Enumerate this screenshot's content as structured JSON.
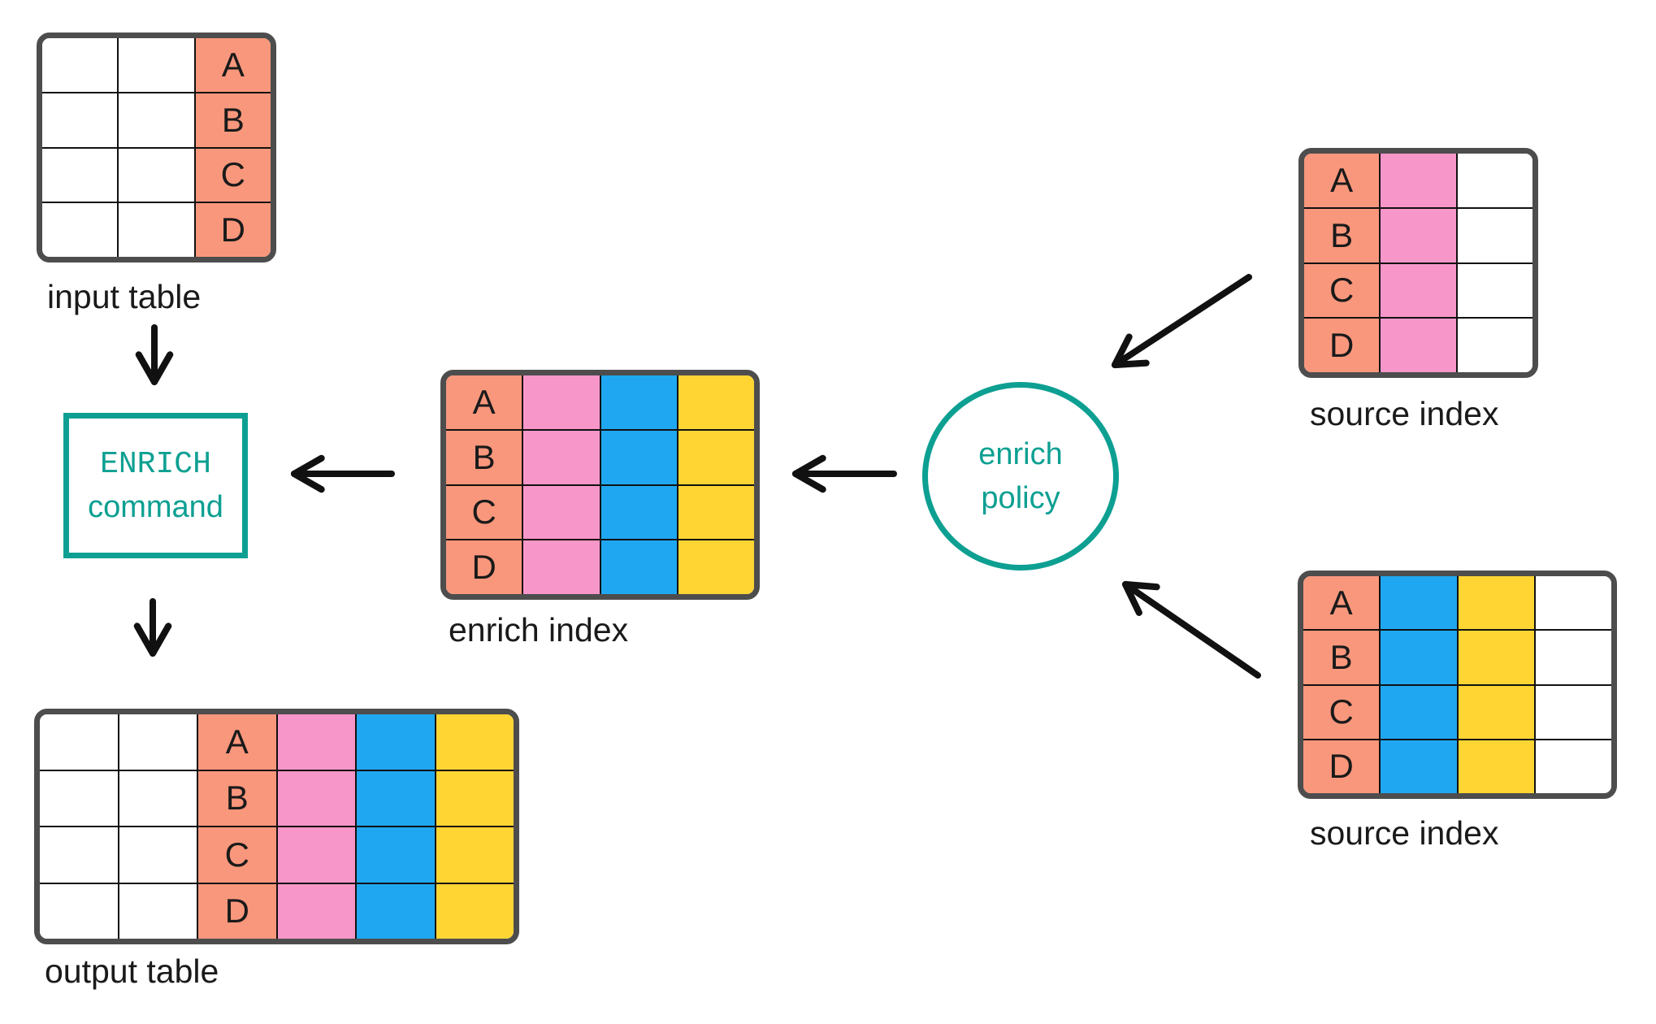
{
  "palette": {
    "salmon": "#F9977C",
    "pink": "#F796C9",
    "blue": "#1FA8F1",
    "yellow": "#FFD534",
    "white": "#FFFFFF",
    "teal": "#0DA092",
    "table_border": "#4D4D4D",
    "grid_line": "#111111",
    "arrow": "#111111",
    "text": "#1A1A1A",
    "background": "#FFFFFF"
  },
  "enrich_command": {
    "line1": "ENRICH",
    "line2": "command"
  },
  "enrich_policy": {
    "line1": "enrich",
    "line2": "policy"
  },
  "tables": [
    {
      "id": "input-table",
      "label": "input table",
      "columns": [
        {
          "color": "white",
          "cells": [
            "",
            "",
            "",
            ""
          ]
        },
        {
          "color": "white",
          "cells": [
            "",
            "",
            "",
            ""
          ]
        },
        {
          "color": "salmon",
          "cells": [
            "A",
            "B",
            "C",
            "D"
          ]
        }
      ]
    },
    {
      "id": "enrich-index",
      "label": "enrich index",
      "columns": [
        {
          "color": "salmon",
          "cells": [
            "A",
            "B",
            "C",
            "D"
          ]
        },
        {
          "color": "pink",
          "cells": [
            "",
            "",
            "",
            ""
          ]
        },
        {
          "color": "blue",
          "cells": [
            "",
            "",
            "",
            ""
          ]
        },
        {
          "color": "yellow",
          "cells": [
            "",
            "",
            "",
            ""
          ]
        }
      ]
    },
    {
      "id": "source-index-top",
      "label": "source index",
      "columns": [
        {
          "color": "salmon",
          "cells": [
            "A",
            "B",
            "C",
            "D"
          ]
        },
        {
          "color": "pink",
          "cells": [
            "",
            "",
            "",
            ""
          ]
        },
        {
          "color": "white",
          "cells": [
            "",
            "",
            "",
            ""
          ]
        }
      ]
    },
    {
      "id": "source-index-bottom",
      "label": "source index",
      "columns": [
        {
          "color": "salmon",
          "cells": [
            "A",
            "B",
            "C",
            "D"
          ]
        },
        {
          "color": "blue",
          "cells": [
            "",
            "",
            "",
            ""
          ]
        },
        {
          "color": "yellow",
          "cells": [
            "",
            "",
            "",
            ""
          ]
        },
        {
          "color": "white",
          "cells": [
            "",
            "",
            "",
            ""
          ]
        }
      ]
    },
    {
      "id": "output-table",
      "label": "output table",
      "columns": [
        {
          "color": "white",
          "cells": [
            "",
            "",
            "",
            ""
          ]
        },
        {
          "color": "white",
          "cells": [
            "",
            "",
            "",
            ""
          ]
        },
        {
          "color": "salmon",
          "cells": [
            "A",
            "B",
            "C",
            "D"
          ]
        },
        {
          "color": "pink",
          "cells": [
            "",
            "",
            "",
            ""
          ]
        },
        {
          "color": "blue",
          "cells": [
            "",
            "",
            "",
            ""
          ]
        },
        {
          "color": "yellow",
          "cells": [
            "",
            "",
            "",
            ""
          ]
        }
      ]
    }
  ]
}
